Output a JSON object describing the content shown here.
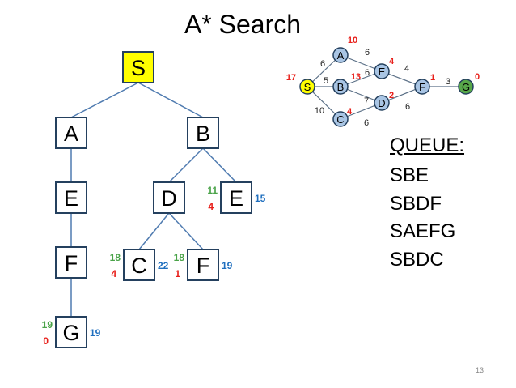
{
  "slide": {
    "title": "A* Search",
    "page_number": "13"
  },
  "colors": {
    "highlight": "#ffff00",
    "node_border": "#24405e",
    "graph_node_fill": "#a9c5e4",
    "goal_fill": "#58a84a",
    "edge_line": "#4f7bb0",
    "g_color": "#4aa349",
    "h_color": "#e8201b",
    "f_color": "#1f6fbf"
  },
  "tree": {
    "nodes": [
      {
        "id": "S",
        "label": "S",
        "highlight": true
      },
      {
        "id": "A",
        "label": "A"
      },
      {
        "id": "B",
        "label": "B"
      },
      {
        "id": "E1",
        "label": "E"
      },
      {
        "id": "D",
        "label": "D"
      },
      {
        "id": "E2",
        "label": "E",
        "g": "11",
        "h": "4",
        "f": "15"
      },
      {
        "id": "F1",
        "label": "F"
      },
      {
        "id": "C",
        "label": "C",
        "g": "18",
        "h": "4",
        "f": "22"
      },
      {
        "id": "F2",
        "label": "F",
        "g": "18",
        "h": "1",
        "f": "19"
      },
      {
        "id": "G",
        "label": "G",
        "g": "19",
        "h": "0",
        "f": "19"
      }
    ],
    "edges": [
      [
        "S",
        "A"
      ],
      [
        "S",
        "B"
      ],
      [
        "A",
        "E1"
      ],
      [
        "B",
        "D"
      ],
      [
        "B",
        "E2"
      ],
      [
        "E1",
        "F1"
      ],
      [
        "D",
        "C"
      ],
      [
        "D",
        "F2"
      ],
      [
        "F1",
        "G"
      ]
    ]
  },
  "graph": {
    "nodes": [
      {
        "id": "S",
        "label": "S",
        "h": "17",
        "kind": "start"
      },
      {
        "id": "A",
        "label": "A",
        "h": "10"
      },
      {
        "id": "B",
        "label": "B",
        "h": "13"
      },
      {
        "id": "C",
        "label": "C",
        "h": "4"
      },
      {
        "id": "D",
        "label": "D",
        "h": "2"
      },
      {
        "id": "E",
        "label": "E",
        "h": "4"
      },
      {
        "id": "F",
        "label": "F",
        "h": "1"
      },
      {
        "id": "G",
        "label": "G",
        "h": "0",
        "kind": "goal"
      }
    ],
    "edges": [
      {
        "from": "S",
        "to": "A",
        "cost": "6"
      },
      {
        "from": "S",
        "to": "B",
        "cost": "5"
      },
      {
        "from": "S",
        "to": "C",
        "cost": "10"
      },
      {
        "from": "A",
        "to": "E",
        "cost": "6"
      },
      {
        "from": "B",
        "to": "E",
        "cost": "6"
      },
      {
        "from": "B",
        "to": "D",
        "cost": "7"
      },
      {
        "from": "C",
        "to": "D",
        "cost": "6"
      },
      {
        "from": "E",
        "to": "F",
        "cost": "4"
      },
      {
        "from": "D",
        "to": "F",
        "cost": "6"
      },
      {
        "from": "F",
        "to": "G",
        "cost": "3"
      }
    ]
  },
  "queue": {
    "title": "QUEUE:",
    "entries": [
      "SBE",
      "SBDF",
      "SAEFG",
      "SBDC"
    ]
  }
}
